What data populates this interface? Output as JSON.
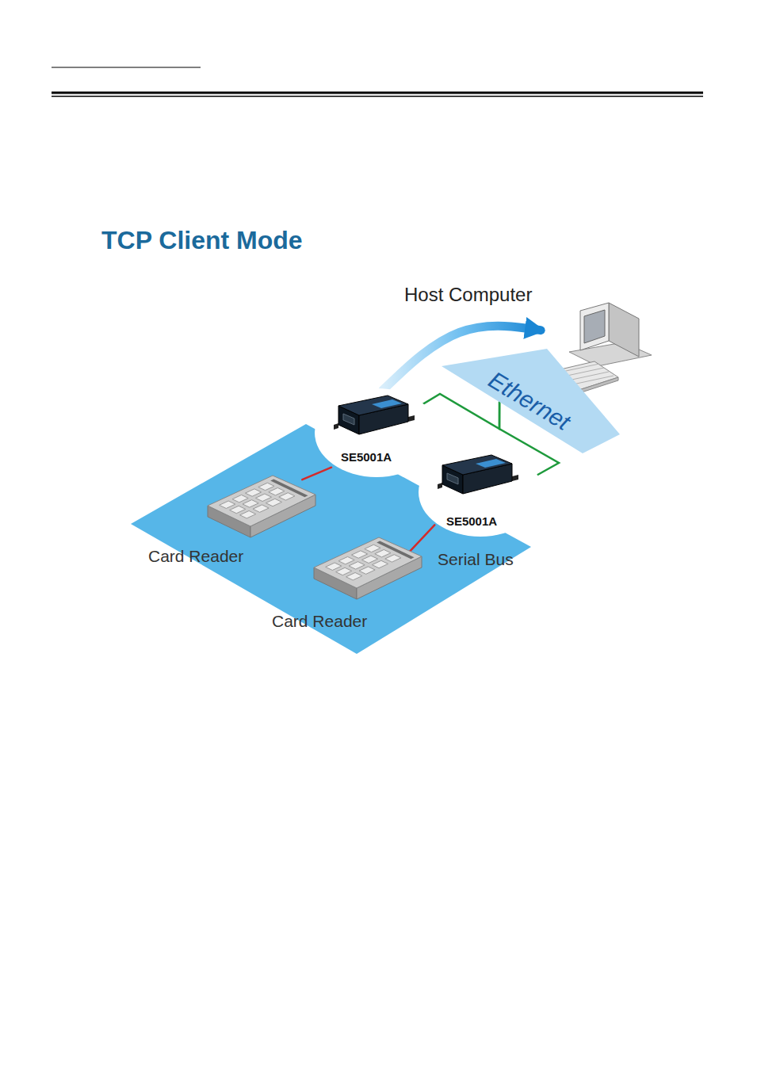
{
  "diagram": {
    "title": "TCP Client Mode",
    "nodes": [
      {
        "text": [
          "Host Computer"
        ]
      },
      {
        "text": [
          "Ethernet"
        ]
      },
      {
        "text": [
          "SE5001A"
        ]
      },
      {
        "text": [
          "SE5001A"
        ]
      },
      {
        "text": [
          "Card Reader"
        ]
      },
      {
        "text": [
          "Card Reader"
        ]
      }
    ],
    "edges": [
      {
        "from": 2,
        "to": 0,
        "arrow": "to"
      },
      {
        "from": 1,
        "to": 0,
        "arrow": "none"
      },
      {
        "from": 2,
        "to": 1,
        "arrow": "none"
      },
      {
        "from": 3,
        "to": 1,
        "arrow": "none"
      },
      {
        "from": 4,
        "to": 2,
        "arrow": "none"
      },
      {
        "from": 5,
        "to": 3,
        "arrow": "none"
      }
    ],
    "labels": [
      "Serial Bus"
    ]
  }
}
